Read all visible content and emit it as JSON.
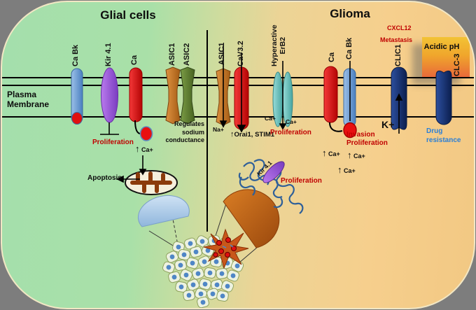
{
  "titles": {
    "left": "Glial cells",
    "right": "Glioma"
  },
  "membrane": {
    "label": "Plasma Membrane"
  },
  "channels": {
    "glial": [
      {
        "label": "Ca Bk",
        "color": "#6b9fd6"
      },
      {
        "label": "Kir 4.1",
        "color": "#9a55d6"
      },
      {
        "label": "Ca",
        "color": "#e01313"
      },
      {
        "label": "ASIC1",
        "color": "#c4722b"
      },
      {
        "label": "ASIC2",
        "color": "#5c7f36"
      }
    ],
    "glioma": [
      {
        "label": "ASIC1",
        "color": "#c4722b"
      },
      {
        "label": "CaV3.2",
        "color": "#e01313"
      },
      {
        "label": "Hyperactive ErB2",
        "label_lines": [
          "Hyperactive",
          "ErB2"
        ],
        "color": "#6fc9c5"
      },
      {
        "label": "Ca",
        "color": "#e01313"
      },
      {
        "label": "Ca Bk",
        "color": "#6b9fd6"
      },
      {
        "label": "CLIC1",
        "color": "#16337d"
      },
      {
        "label": "CLC-3",
        "color": "#16337d"
      }
    ]
  },
  "labels": {
    "ca_plus": "Ca+",
    "na_plus": "Na+",
    "k_plus": "K+",
    "orai_stim": "Orai1, STIM1",
    "regulates_line1": "Regulates sodium",
    "regulates_line2": "conductance",
    "proliferation": "Proliferation",
    "invasion": "Invasion",
    "apoptosis": "Apoptosis",
    "cxcl12": "CXCL12",
    "metastasis": "Metastasis",
    "acidic_ph": "Acidic pH",
    "drug_line1": "Drug",
    "drug_line2": "resistance",
    "kir41": "Kir 4.1"
  },
  "icons": {
    "up_arrow": "↑"
  },
  "colors": {
    "warning_text": "#c00000",
    "drug_text": "#2b7fd6",
    "membrane_line": "#000000",
    "background_left": "#a4dfac",
    "background_right": "#f2c883",
    "acid_box_top": "#f2c335",
    "acid_box_bottom": "#e8683a"
  }
}
